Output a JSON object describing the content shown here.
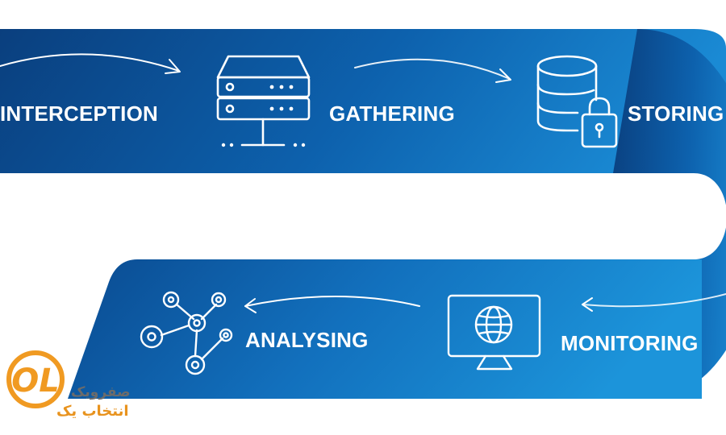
{
  "stages": {
    "interception": "INTERCEPTION",
    "gathering": "GATHERING",
    "storing": "STORING",
    "monitoring": "MONITORING",
    "analysing": "ANALYSING"
  },
  "icons": {
    "gathering": "server-icon",
    "storing": "database-lock-icon",
    "monitoring": "monitor-globe-icon",
    "analysing": "network-nodes-icon"
  },
  "logo": {
    "mark": "OL",
    "line1": "صفرویک",
    "line2": "انتخاب یک"
  },
  "colors": {
    "band_dark": "#0a4a8e",
    "band_light": "#1a86cf",
    "logo_orange": "#f09a22",
    "logo_gray": "#6b6b6b"
  }
}
